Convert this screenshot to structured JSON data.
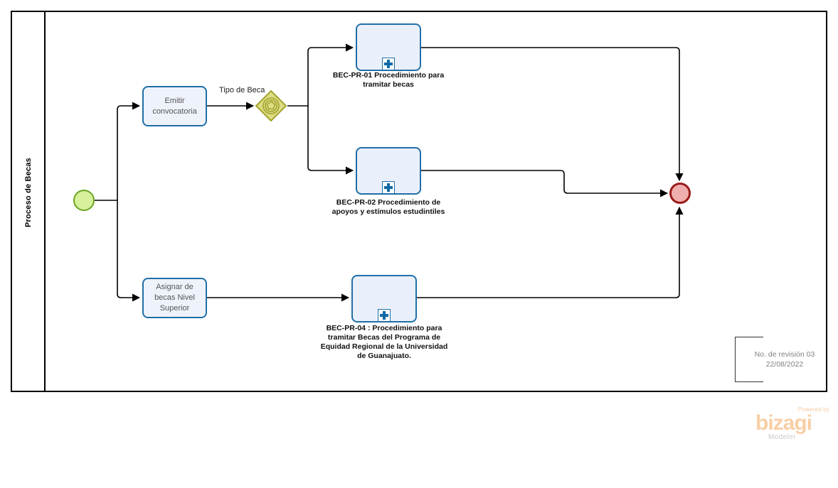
{
  "diagram": {
    "title": "Proceso de Becas",
    "type": "bpmn-process",
    "lane_label": "Proceso de Becas"
  },
  "events": {
    "start": {
      "name": "start-event",
      "label": "",
      "fill": "#d6f09c",
      "stroke": "#6aa520"
    },
    "end": {
      "name": "end-event",
      "label": "",
      "fill": "#eeafae",
      "stroke": "#991b1b"
    }
  },
  "gateway": {
    "name": "event-based-gateway",
    "label": "Tipo de Beca",
    "fill": "#dcdc82",
    "stroke": "#a2a22e"
  },
  "tasks": [
    {
      "id": "task-emitir",
      "label": "Emitir convocatoria"
    },
    {
      "id": "task-asignar",
      "label": "Asignar de becas Nivel Superior"
    }
  ],
  "subprocesses": [
    {
      "id": "subprocess-bec-pr-01",
      "label": "BEC-PR-01 Procedimiento para tramitar becas",
      "marker": "collapsed-plus"
    },
    {
      "id": "subprocess-bec-pr-02",
      "label": "BEC-PR-02 Procedimiento de apoyos y estímulos estudintiles",
      "marker": "collapsed-plus"
    },
    {
      "id": "subprocess-bec-pr-04",
      "label": "BEC-PR-04 : Procedimiento para tramitar Becas del Programa de Equidad Regional de la Universidad de Guanajuato.",
      "marker": "collapsed-plus"
    }
  ],
  "annotation": {
    "line1": "No. de revisión 03",
    "line2": "22/08/2022"
  },
  "logo": {
    "powered_by": "Powered by",
    "brand": "bizagi",
    "product": "Modeler"
  },
  "colors": {
    "task_fill": "#eef2fb",
    "task_stroke": "#1f6fa8",
    "subprocess_fill": "#eaf0fb",
    "subprocess_stroke": "#1f6fa8",
    "flow_stroke": "#000000",
    "pool_stroke": "#000000"
  }
}
